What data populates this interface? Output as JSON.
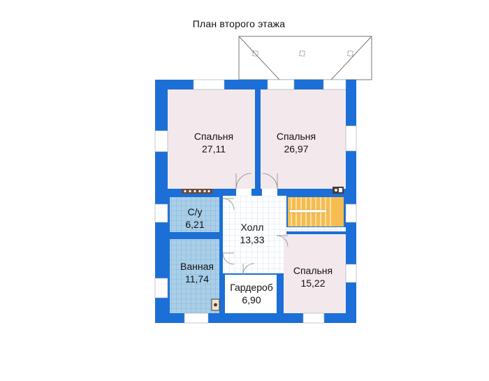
{
  "title": "План второго этажа",
  "colors": {
    "wall": "#1b6fd6",
    "window_glass": "#ffffff",
    "bedroom_floor": "#f3e9ec",
    "wet_tile": "#a9cfe8",
    "hall_tile": "#ffffff",
    "stairs": "#f5bd4f",
    "roof_outline": "#777777"
  },
  "rooms": [
    {
      "id": "bedroom-1",
      "name": "Спальня",
      "area": "27,11"
    },
    {
      "id": "bedroom-2",
      "name": "Спальня",
      "area": "26,97"
    },
    {
      "id": "wc",
      "name": "С/у",
      "area": "6,21"
    },
    {
      "id": "hall",
      "name": "Холл",
      "area": "13,33"
    },
    {
      "id": "bathroom",
      "name": "Ванная",
      "area": "11,74"
    },
    {
      "id": "wardrobe",
      "name": "Гардероб",
      "area": "6,90"
    },
    {
      "id": "bedroom-3",
      "name": "Спальня",
      "area": "15,22"
    }
  ]
}
